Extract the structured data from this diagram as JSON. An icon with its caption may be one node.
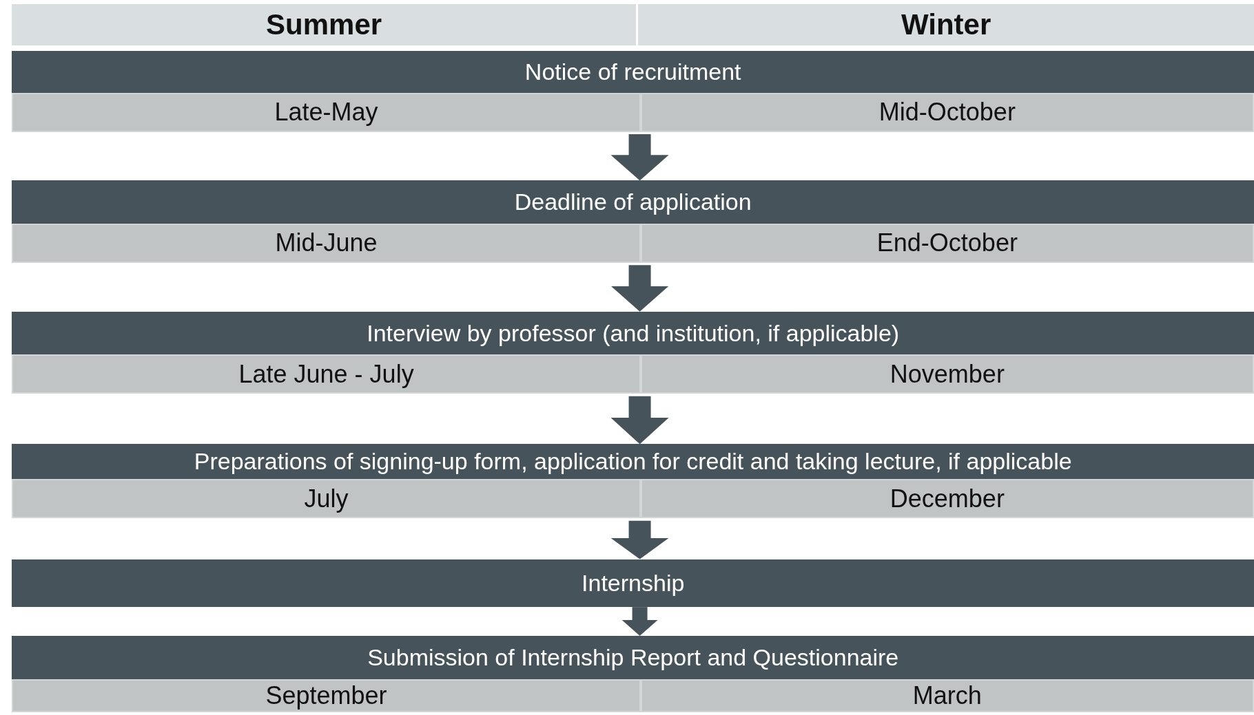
{
  "diagram": {
    "nodes": [
      {
        "text": [
          "Summer"
        ]
      },
      {
        "text": [
          "Winter"
        ]
      },
      {
        "text": [
          "Notice of recruitment"
        ]
      },
      {
        "text": [
          "Late-May"
        ],
        "in": 2
      },
      {
        "text": [
          "Mid-October"
        ],
        "in": 2
      },
      {
        "text": [
          "Deadline of application"
        ]
      },
      {
        "text": [
          "Mid-June"
        ],
        "in": 5
      },
      {
        "text": [
          "End-October"
        ],
        "in": 5
      },
      {
        "text": [
          "Interview by professor (and institution, if applicable)"
        ]
      },
      {
        "text": [
          "Late June - July"
        ],
        "in": 8
      },
      {
        "text": [
          "November"
        ],
        "in": 8
      },
      {
        "text": [
          "Preparations of signing-up form, application for credit and taking lecture, if applicable"
        ]
      },
      {
        "text": [
          "July"
        ],
        "in": 11
      },
      {
        "text": [
          "December"
        ],
        "in": 11
      },
      {
        "text": [
          "Internship"
        ]
      },
      {
        "text": [
          "Submission of Internship Report and Questionnaire"
        ]
      },
      {
        "text": [
          "September"
        ],
        "in": 15
      },
      {
        "text": [
          "March"
        ],
        "in": 15
      }
    ],
    "edges": [
      {
        "from": 2,
        "to": 5,
        "arrow": "to"
      },
      {
        "from": 5,
        "to": 8,
        "arrow": "to"
      },
      {
        "from": 8,
        "to": 11,
        "arrow": "to"
      },
      {
        "from": 11,
        "to": 14,
        "arrow": "to"
      },
      {
        "from": 14,
        "to": 15,
        "arrow": "to"
      }
    ]
  }
}
